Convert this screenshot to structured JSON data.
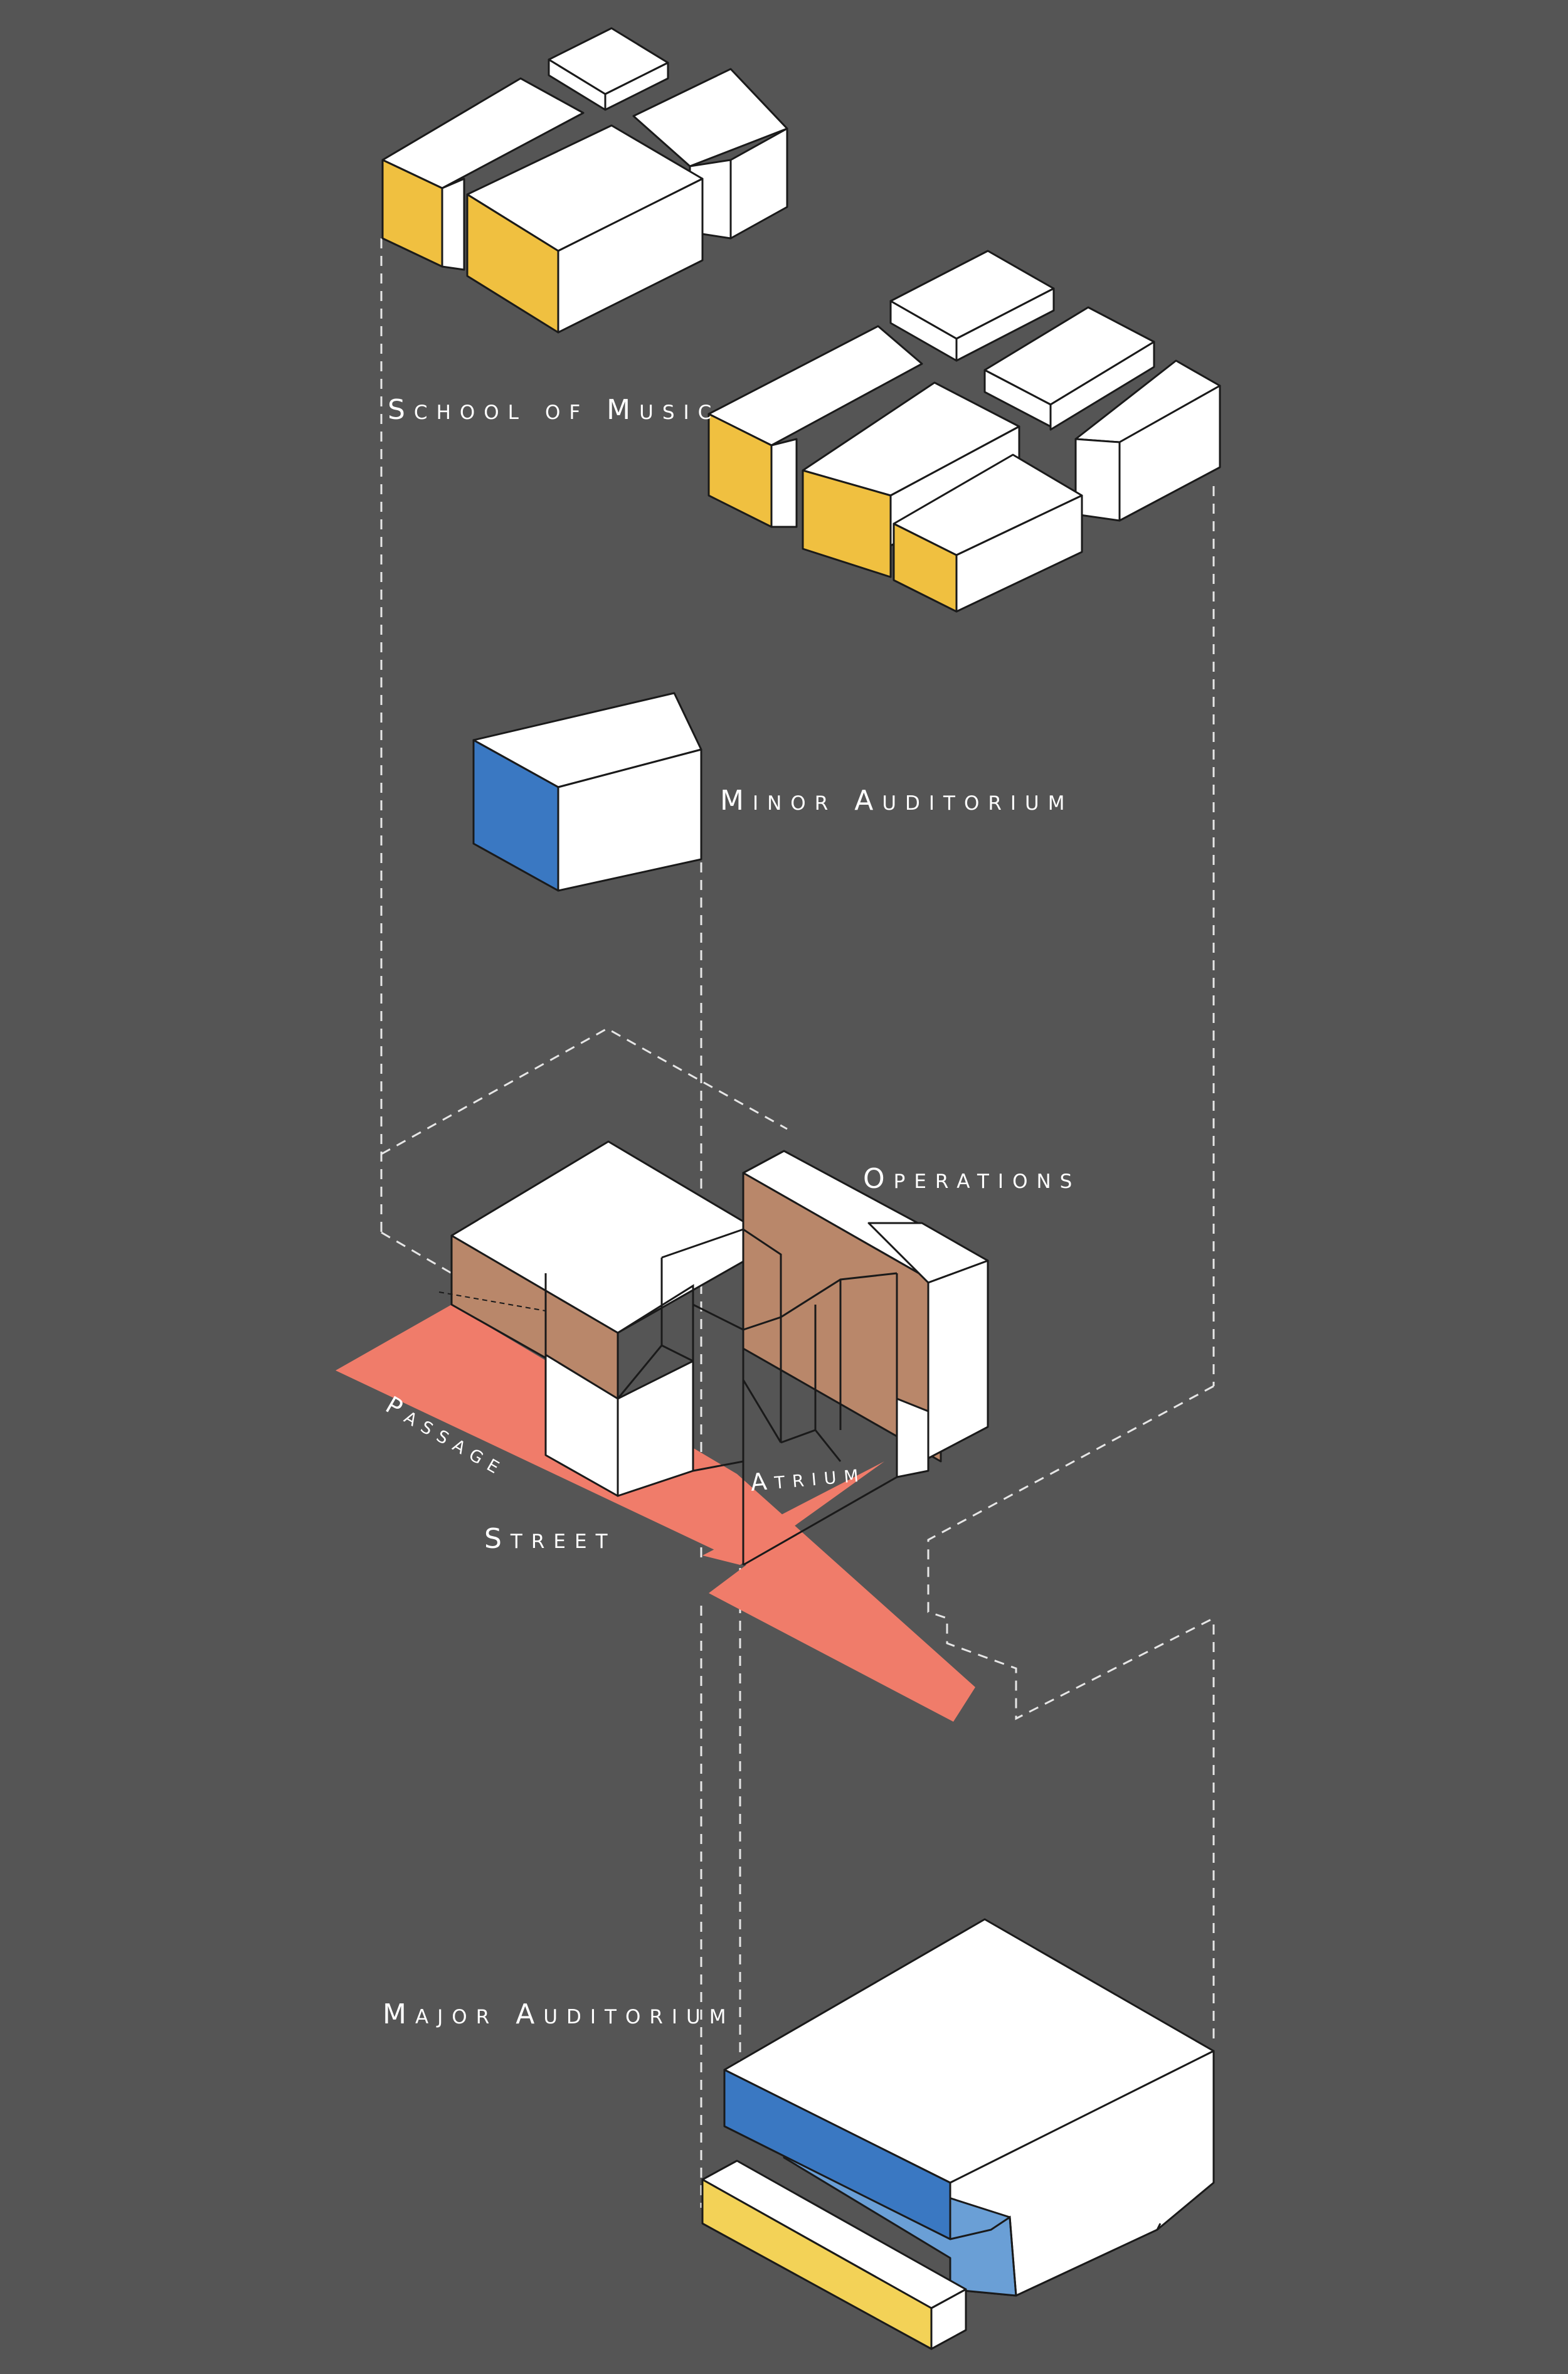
{
  "labels": {
    "school_of_music": "School of Music",
    "minor_auditorium": "Minor Auditorium",
    "operations": "Operations",
    "passage": "Passage",
    "atrium": "Atrium",
    "street": "Street",
    "major_auditorium": "Major Auditorium"
  },
  "colors": {
    "background": "#555555",
    "mass": "#ffffff",
    "outline": "#1a1a1a",
    "guide": "#e6e6e6",
    "school_of_music": "#f0c040",
    "auditorium": "#3a78c2",
    "auditorium_light": "#6a9fd6",
    "operations": "#b9876a",
    "circulation": "#f07c6a",
    "major_lobby": "#f3d257"
  }
}
